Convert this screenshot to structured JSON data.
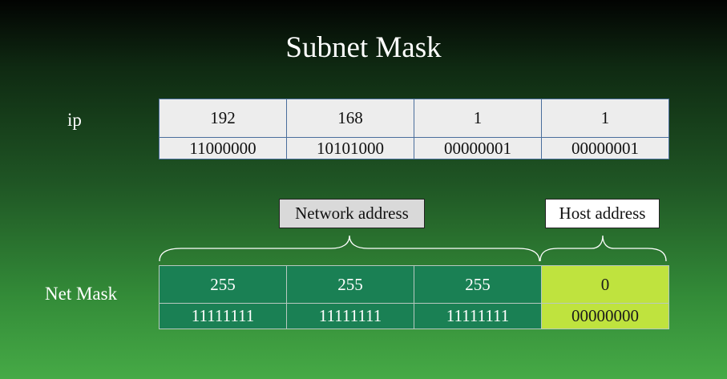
{
  "title": "Subnet Mask",
  "ip": {
    "label": "ip",
    "decimal": [
      "192",
      "168",
      "1",
      "1"
    ],
    "binary": [
      "11000000",
      "10101000",
      "00000001",
      "00000001"
    ]
  },
  "mask": {
    "label": "Net Mask",
    "decimal": [
      "255",
      "255",
      "255",
      "0"
    ],
    "binary": [
      "11111111",
      "11111111",
      "11111111",
      "00000000"
    ]
  },
  "callouts": {
    "network": "Network address",
    "host": "Host address"
  },
  "colors": {
    "network_cell": "#1a8054",
    "host_cell": "#bfe33e",
    "ip_cell": "#ededed",
    "brace": "#ffffff"
  }
}
